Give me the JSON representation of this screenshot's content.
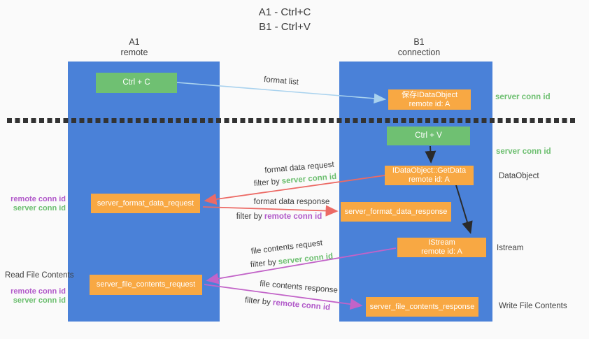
{
  "title": {
    "line1": "A1 - Ctrl+C",
    "line2": "B1 - Ctrl+V"
  },
  "lanes": {
    "left": {
      "name": "A1",
      "role": "remote"
    },
    "right": {
      "name": "B1",
      "role": "connection"
    }
  },
  "nodes": {
    "ctrl_c": {
      "label": "Ctrl + C"
    },
    "save_idataobject": {
      "line1": "保存IDataObject",
      "line2": "remote id: A"
    },
    "ctrl_v": {
      "label": "Ctrl + V"
    },
    "idataobject_getdata": {
      "line1": "IDataObject::GetData",
      "line2": "remote id: A"
    },
    "server_format_data_request": {
      "label": "server_format_data_request"
    },
    "server_format_data_response": {
      "label": "server_format_data_response"
    },
    "istream": {
      "line1": "IStream",
      "line2": "remote id: A"
    },
    "server_file_contents_request": {
      "label": "server_file_contents_request"
    },
    "server_file_contents_response": {
      "label": "server_file_contents_response"
    }
  },
  "arrows": {
    "format_list": {
      "label": "format list"
    },
    "format_data_request": {
      "label": "format data request",
      "filter_prefix": "filter by",
      "filter_key": "server conn id"
    },
    "format_data_response": {
      "label": "format data response",
      "filter_prefix": "filter by",
      "filter_key": "remote conn id"
    },
    "file_contents_request": {
      "label": "file contents request",
      "filter_prefix": "filter by",
      "filter_key": "server conn id"
    },
    "file_contents_response": {
      "label": "file contents response",
      "filter_prefix": "filter by",
      "filter_key": "remote conn id"
    }
  },
  "side_labels": {
    "right_top_server_conn_id": "server conn id",
    "right_mid_server_conn_id": "server conn id",
    "dataobject": "DataObject",
    "istream": "Istream",
    "write_file_contents": "Write File Contents",
    "left_remote_conn_id_1": "remote conn id",
    "left_server_conn_id_1": "server conn id",
    "read_file_contents": "Read File Contents",
    "left_remote_conn_id_2": "remote conn id",
    "left_server_conn_id_2": "server conn id"
  },
  "colors": {
    "background": "#fafafa",
    "lane_blue": "#4a81d8",
    "box_green": "#6fc072",
    "box_orange": "#f8a843",
    "arrow_light_blue": "#a9d2ee",
    "arrow_red": "#ec6a65",
    "arrow_magenta": "#c263c8",
    "arrow_black": "#2a2a2a",
    "text_green": "#6dbf70",
    "text_purple": "#b159c9",
    "text_dark": "#3d3d3d"
  }
}
